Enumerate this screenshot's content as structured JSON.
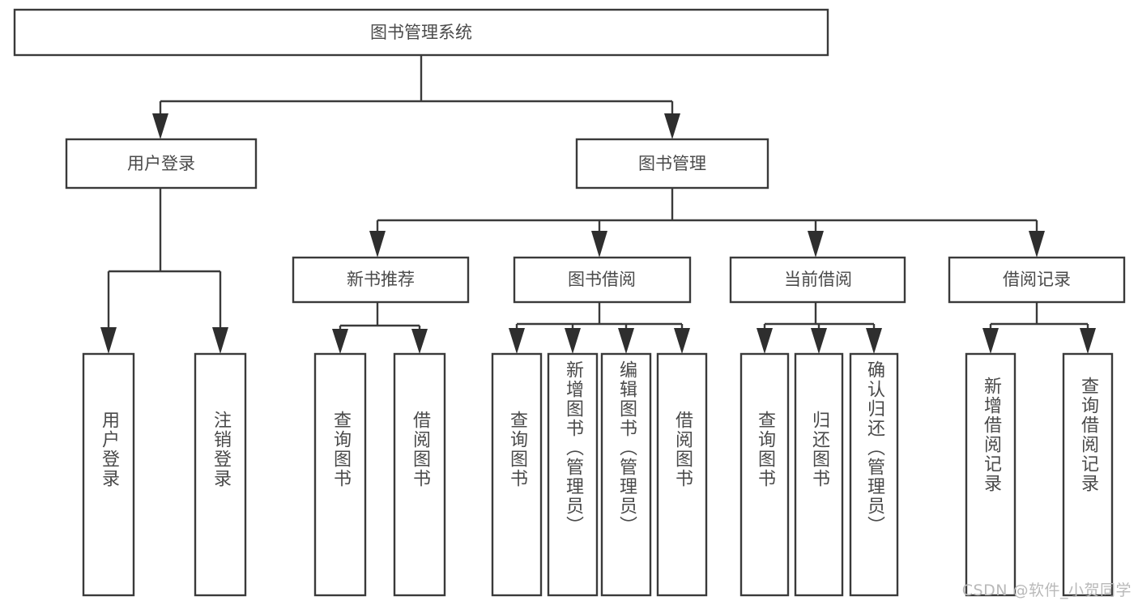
{
  "diagram": {
    "type": "tree-hierarchy-diagram",
    "title": "图书管理系统",
    "colors": {
      "background": "#ffffff",
      "box_stroke": "#3a3a3a",
      "box_fill": "#ffffff",
      "text": "#4a4a4a",
      "arrow": "#2e2e2e",
      "watermark": "#b9b9b9"
    },
    "root": {
      "label": "图书管理系统"
    },
    "level2": [
      {
        "label": "用户登录"
      },
      {
        "label": "图书管理"
      }
    ],
    "level3": [
      {
        "label": "新书推荐"
      },
      {
        "label": "图书借阅"
      },
      {
        "label": "当前借阅"
      },
      {
        "label": "借阅记录"
      }
    ],
    "leaves": {
      "user_login": [
        {
          "label": "用户登录"
        },
        {
          "label": "注销登录"
        }
      ],
      "new_book_recommend": [
        {
          "label": "查询图书"
        },
        {
          "label": "借阅图书"
        }
      ],
      "book_borrow": [
        {
          "label": "查询图书"
        },
        {
          "label": "新增图书（管理员）"
        },
        {
          "label": "编辑图书（管理员）"
        },
        {
          "label": "借阅图书"
        }
      ],
      "current_borrow": [
        {
          "label": "查询图书"
        },
        {
          "label": "归还图书"
        },
        {
          "label": "确认归还（管理员）"
        }
      ],
      "borrow_record": [
        {
          "label": "新增借阅记录"
        },
        {
          "label": "查询借阅记录"
        }
      ]
    },
    "watermark": "CSDN @软件_小贺同学"
  }
}
